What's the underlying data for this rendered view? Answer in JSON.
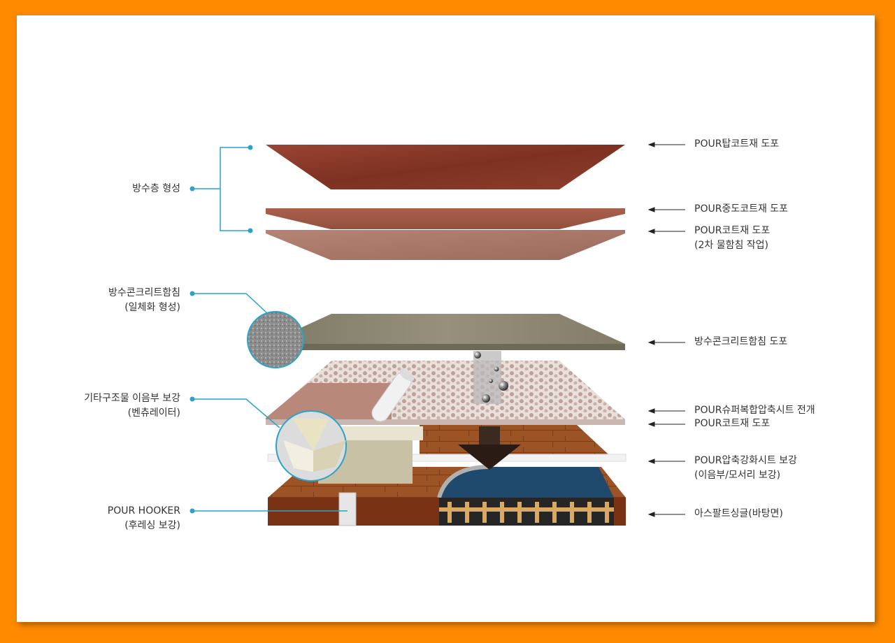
{
  "left_labels": {
    "waterproof_layer": "방수층 형성",
    "concrete_impregnation": [
      "방수콘크리트함침",
      "(일체화 형성)"
    ],
    "joint_reinforcement": [
      "기타구조물 이음부 보강",
      "(벤츄레이터)"
    ],
    "pour_hooker": [
      "POUR HOOKER",
      "(후레싱 보강)"
    ]
  },
  "right_labels": {
    "top_coat": "POUR탑코트재 도포",
    "mid_coat": "POUR중도코트재 도포",
    "coat": [
      "POUR코트재 도포",
      "(2차 물함침 작업)"
    ],
    "concrete_coat": "방수콘크리트함침 도포",
    "super_sheet": "POUR슈퍼복합압축시트 전개",
    "coat2": "POUR코트재 도포",
    "compress_sheet": [
      "POUR압축강화시트 보강",
      "(이음부/모서리 보강)"
    ],
    "asphalt": "아스팔트싱글(바탕면)"
  },
  "colors": {
    "background": "#ff8a00",
    "card": "#ffffff",
    "connector": "#2aa3c8",
    "top_layer": "#8a3a2a",
    "mid_layer": "#a35a48",
    "coat_layer": "#a87566",
    "concrete_layer": "#8a8470",
    "wood": "#9a4e22",
    "blue_surface": "#1f4a6e"
  }
}
